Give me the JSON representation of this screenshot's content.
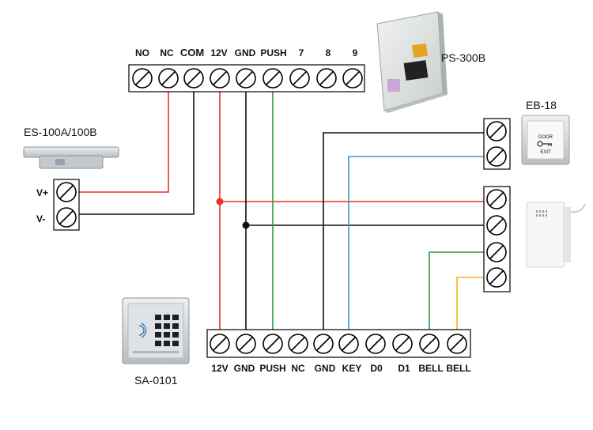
{
  "power_supply": {
    "model": "PS-300B",
    "terminal_labels": [
      "NO",
      "NC",
      "COM",
      "12V",
      "GND",
      "PUSH",
      "7",
      "8",
      "9"
    ]
  },
  "lock": {
    "model": "ES-100A/100B",
    "terminal_labels": [
      "V+",
      "V-"
    ]
  },
  "exit_button": {
    "model": "EB-18",
    "face_text": [
      "DOOR",
      "EXIT"
    ]
  },
  "access_controller": {
    "model": "SA-0101",
    "terminal_labels": [
      "12V",
      "GND",
      "PUSH",
      "NC",
      "GND",
      "KEY",
      "D0",
      "D1",
      "BELL",
      "BELL"
    ]
  },
  "wire_colors": {
    "power_12v": "#e53329",
    "ground": "#111111",
    "push": "#2e9a3e",
    "key": "#3a93d0",
    "bell": "#f3b11a"
  }
}
